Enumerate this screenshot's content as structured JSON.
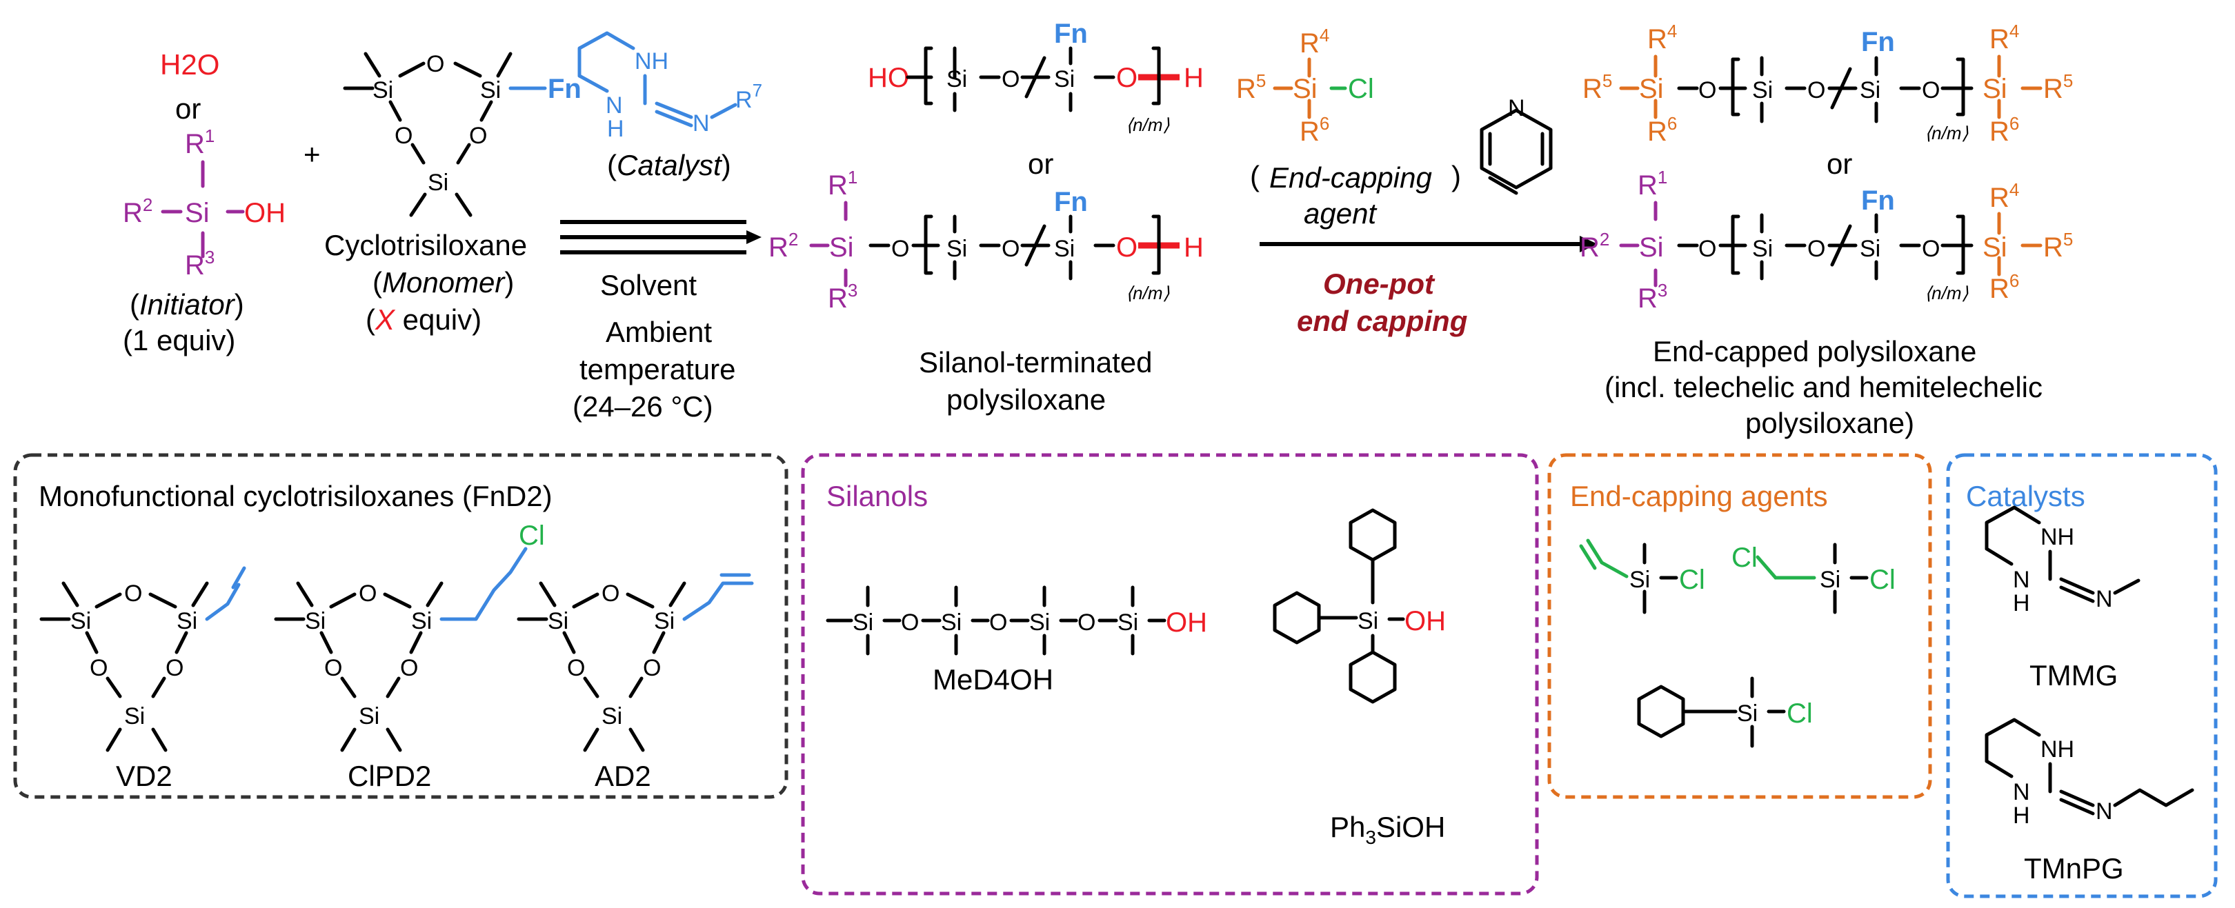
{
  "reactants": {
    "water": "H2O",
    "or1": "or",
    "plus": "+",
    "initiator_silanol": {
      "r1": "R",
      "r1_sup": "1",
      "r2": "R",
      "r2_sup": "2",
      "r3": "R",
      "r3_sup": "3",
      "si": "Si",
      "oh": "OH"
    },
    "initiator_role_open": "(",
    "initiator_role": "Initiator",
    "initiator_role_close": ")",
    "initiator_equiv": "(1 equiv)",
    "monomer_si": "Si",
    "monomer_o": "O",
    "monomer_fn": "Fn",
    "monomer_name": "Cyclotrisiloxane",
    "monomer_role": "Monomer",
    "monomer_equiv_x": "X",
    "monomer_equiv_rest": " equiv)",
    "monomer_equiv_open": "("
  },
  "catalyst": {
    "nh": "NH",
    "n": "N",
    "h": "H",
    "r7": "R",
    "r7_sup": "7",
    "role": "Catalyst",
    "solvent": "Solvent",
    "ambient": "Ambient",
    "temperature": "temperature",
    "temp_range": "(24–26 °C)"
  },
  "intermediate": {
    "ho": "HO",
    "si": "Si",
    "o": "O",
    "fn": "Fn",
    "h": "H",
    "nm": "⟨n/m⟩",
    "or": "or",
    "r1": "R",
    "r1_sup": "1",
    "r2": "R",
    "r2_sup": "2",
    "r3": "R",
    "r3_sup": "3",
    "name_line1": "Silanol-terminated",
    "name_line2": "polysiloxane"
  },
  "endcap_step": {
    "r4": "R",
    "r4_sup": "4",
    "r5": "R",
    "r5_sup": "5",
    "r6": "R",
    "r6_sup": "6",
    "si": "Si",
    "cl": "Cl",
    "n": "N",
    "agent_line1": "End-capping",
    "agent_line2": "agent",
    "onepot_line1": "One-pot",
    "onepot_line2": "end capping"
  },
  "product": {
    "or": "or",
    "name_line1": "End-capped polysiloxane",
    "name_line2": "(incl. telechelic and hemitelechelic",
    "name_line3": "polysiloxane)"
  },
  "panels": {
    "monofunctional": {
      "title": "Monofunctional cyclotrisiloxanes (FnD2)",
      "cl": "Cl",
      "items": [
        "VD2",
        "ClPD2",
        "AD2"
      ]
    },
    "silanols": {
      "title": "Silanols",
      "oh": "OH",
      "items": [
        "MeD4OH",
        "Ph3SiOH"
      ],
      "ph3_prefix": "Ph",
      "ph3_sub": "3",
      "ph3_suffix": "SiOH"
    },
    "endcapping": {
      "title": "End-capping agents",
      "cl": "Cl"
    },
    "catalysts": {
      "title": "Catalysts",
      "items": [
        "TMMG",
        "TMnPG"
      ]
    }
  },
  "colors": {
    "fn_blue": "#3c87e0",
    "initiator_purple": "#9a2a9a",
    "endcap_orange": "#e07020",
    "hydroxyl_red": "#ee1c25",
    "chlorine_green": "#23b24b",
    "onepot_darkred": "#9b1420"
  }
}
